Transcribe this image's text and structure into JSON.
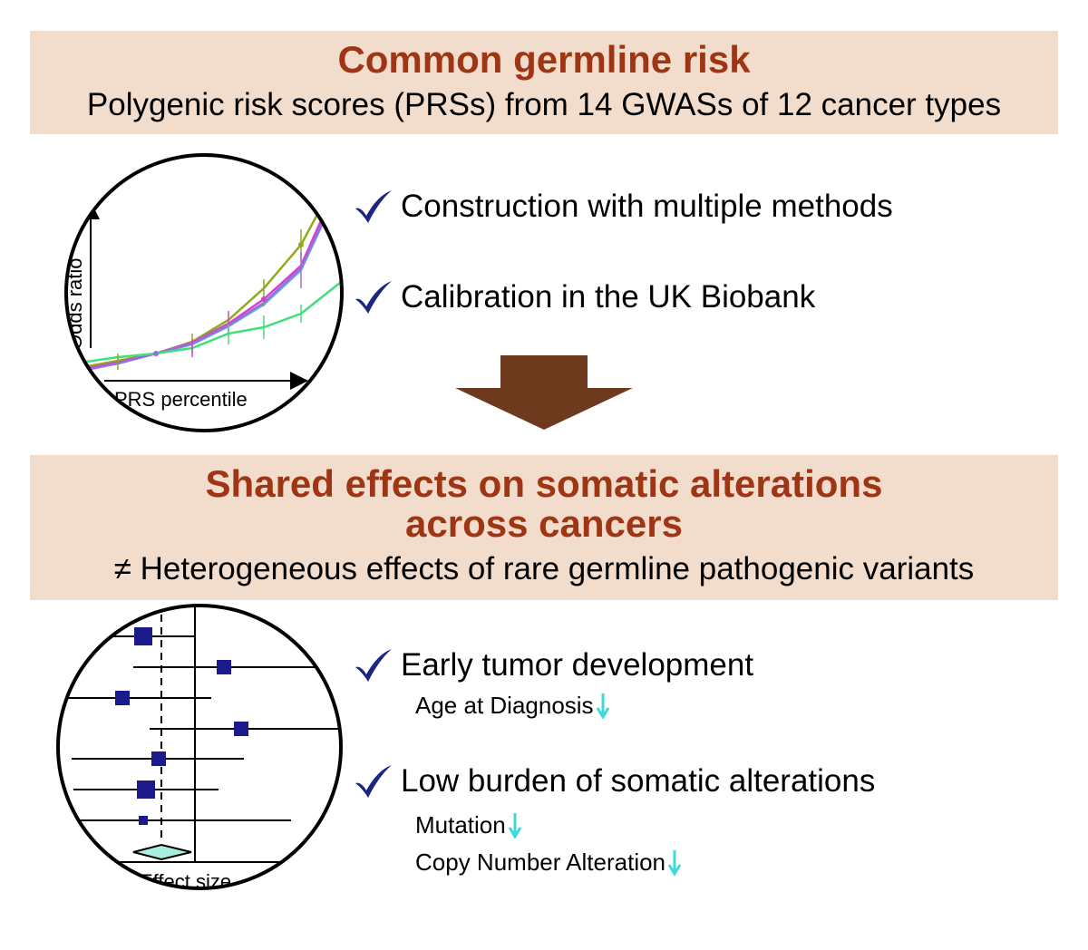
{
  "top_panel": {
    "title": "Common germline risk",
    "subtitle": "Polygenic risk scores (PRSs) from 14 GWASs of 12 cancer types"
  },
  "prs_plot": {
    "x_label": "PRS percentile",
    "y_label": "Odds ratio"
  },
  "top_checks": [
    "Construction with multiple methods",
    "Calibration in the UK Biobank"
  ],
  "bottom_panel": {
    "title_line1": "Shared effects on somatic alterations",
    "title_line2": "across cancers",
    "subtitle": "≠ Heterogeneous effects of rare germline pathogenic variants"
  },
  "forest_plot": {
    "x_label": "Effect size"
  },
  "bottom_checks": [
    {
      "label": "Early tumor development",
      "items": [
        "Age at Diagnosis"
      ]
    },
    {
      "label": "Low burden of somatic alterations",
      "items": [
        "Mutation",
        "Copy Number Alteration"
      ]
    }
  ],
  "colors": {
    "panel_bg": "#f2dccb",
    "title": "#9e3514",
    "arrow": "#6e3a1e",
    "check": "#1c2580",
    "down_arrow": "#3ed8d8",
    "forest_square": "#1a1a8c",
    "diamond": "#aaeedd"
  }
}
